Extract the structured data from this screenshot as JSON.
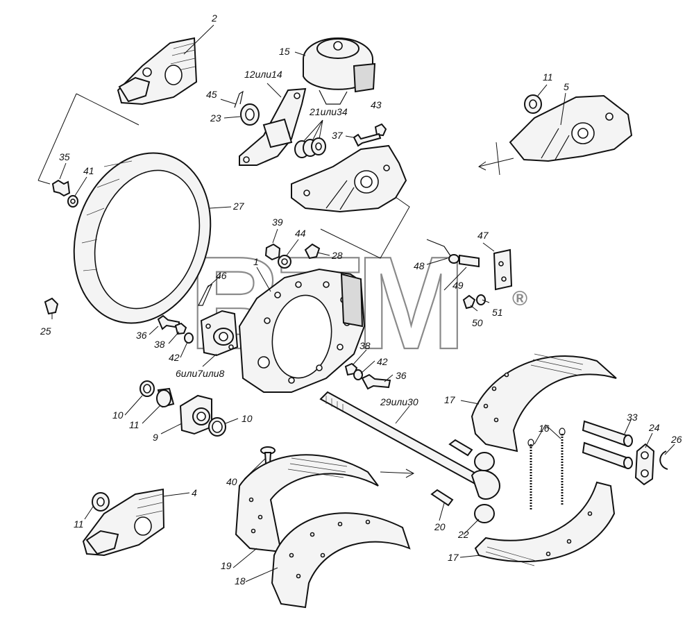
{
  "watermark": {
    "text": "BTM",
    "registered_mark": "®"
  },
  "callouts": {
    "c2": "2",
    "c15": "15",
    "c12_14": "12или14",
    "c45": "45",
    "c23": "23",
    "c21_34": "21или34",
    "c43": "43",
    "c37": "37",
    "c11a": "11",
    "c5": "5",
    "c35": "35",
    "c41": "41",
    "c27": "27",
    "c39": "39",
    "c44": "44",
    "c28": "28",
    "c47": "47",
    "c1": "1",
    "c46": "46",
    "c48": "48",
    "c49": "49",
    "c51": "51",
    "c50": "50",
    "c25": "25",
    "c36a": "36",
    "c38a": "38",
    "c42a": "42",
    "c6_7_8": "6или7или8",
    "c38b": "38",
    "c42b": "42",
    "c36b": "36",
    "c29_30": "29или30",
    "c17a": "17",
    "c10a": "10",
    "c11b": "11",
    "c9": "9",
    "c10b": "10",
    "c16": "16",
    "c33": "33",
    "c24": "24",
    "c26": "26",
    "c40": "40",
    "c4": "4",
    "c11c": "11",
    "c20": "20",
    "c22": "22",
    "c19": "19",
    "c18": "18",
    "c17b": "17"
  },
  "colors": {
    "ink": "#111111",
    "watermark": "#8a8a8a",
    "background": "#ffffff"
  }
}
